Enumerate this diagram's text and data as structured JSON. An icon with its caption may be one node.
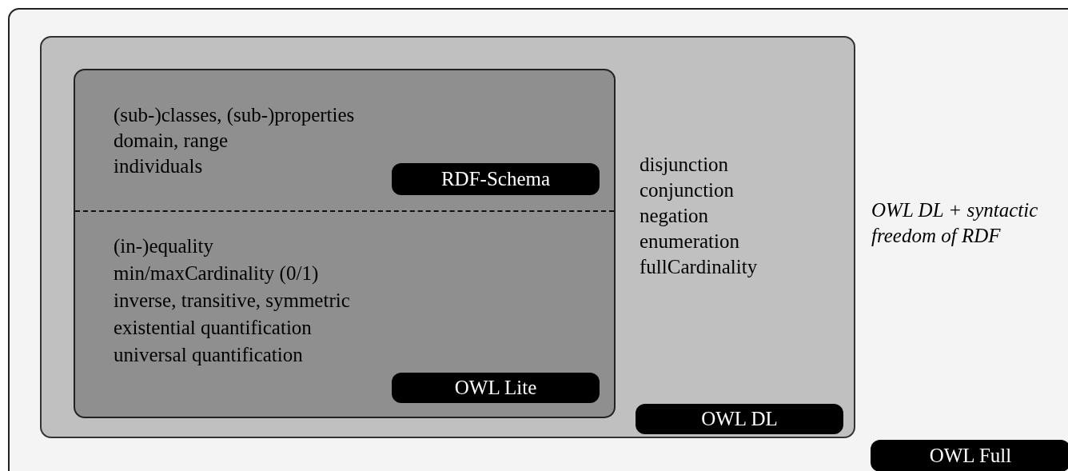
{
  "diagram": {
    "nodes": [
      {
        "text": [
          "OWL DL + syntactic freedom of RDF"
        ]
      },
      {
        "text": [
          "OWL Full"
        ],
        "in": 0
      },
      {
        "text": [
          "disjunction",
          "conjunction",
          "negation",
          "enumeration",
          "fullCardinality"
        ],
        "in": 0
      },
      {
        "text": [
          "OWL DL"
        ],
        "in": 2
      },
      {
        "text": [
          "(in-)equality",
          "min/maxCardinality (0/1)",
          "inverse, transitive, symmetric",
          "existential quantification",
          "universal quantification"
        ],
        "in": 2
      },
      {
        "text": [
          "(sub-)classes, (sub-)properties",
          "domain, range",
          "individuals"
        ],
        "in": 4
      },
      {
        "text": [
          "RDF-Schema"
        ],
        "in": 5
      },
      {
        "text": [
          "OWL Lite"
        ],
        "in": 4
      }
    ],
    "edges": []
  }
}
